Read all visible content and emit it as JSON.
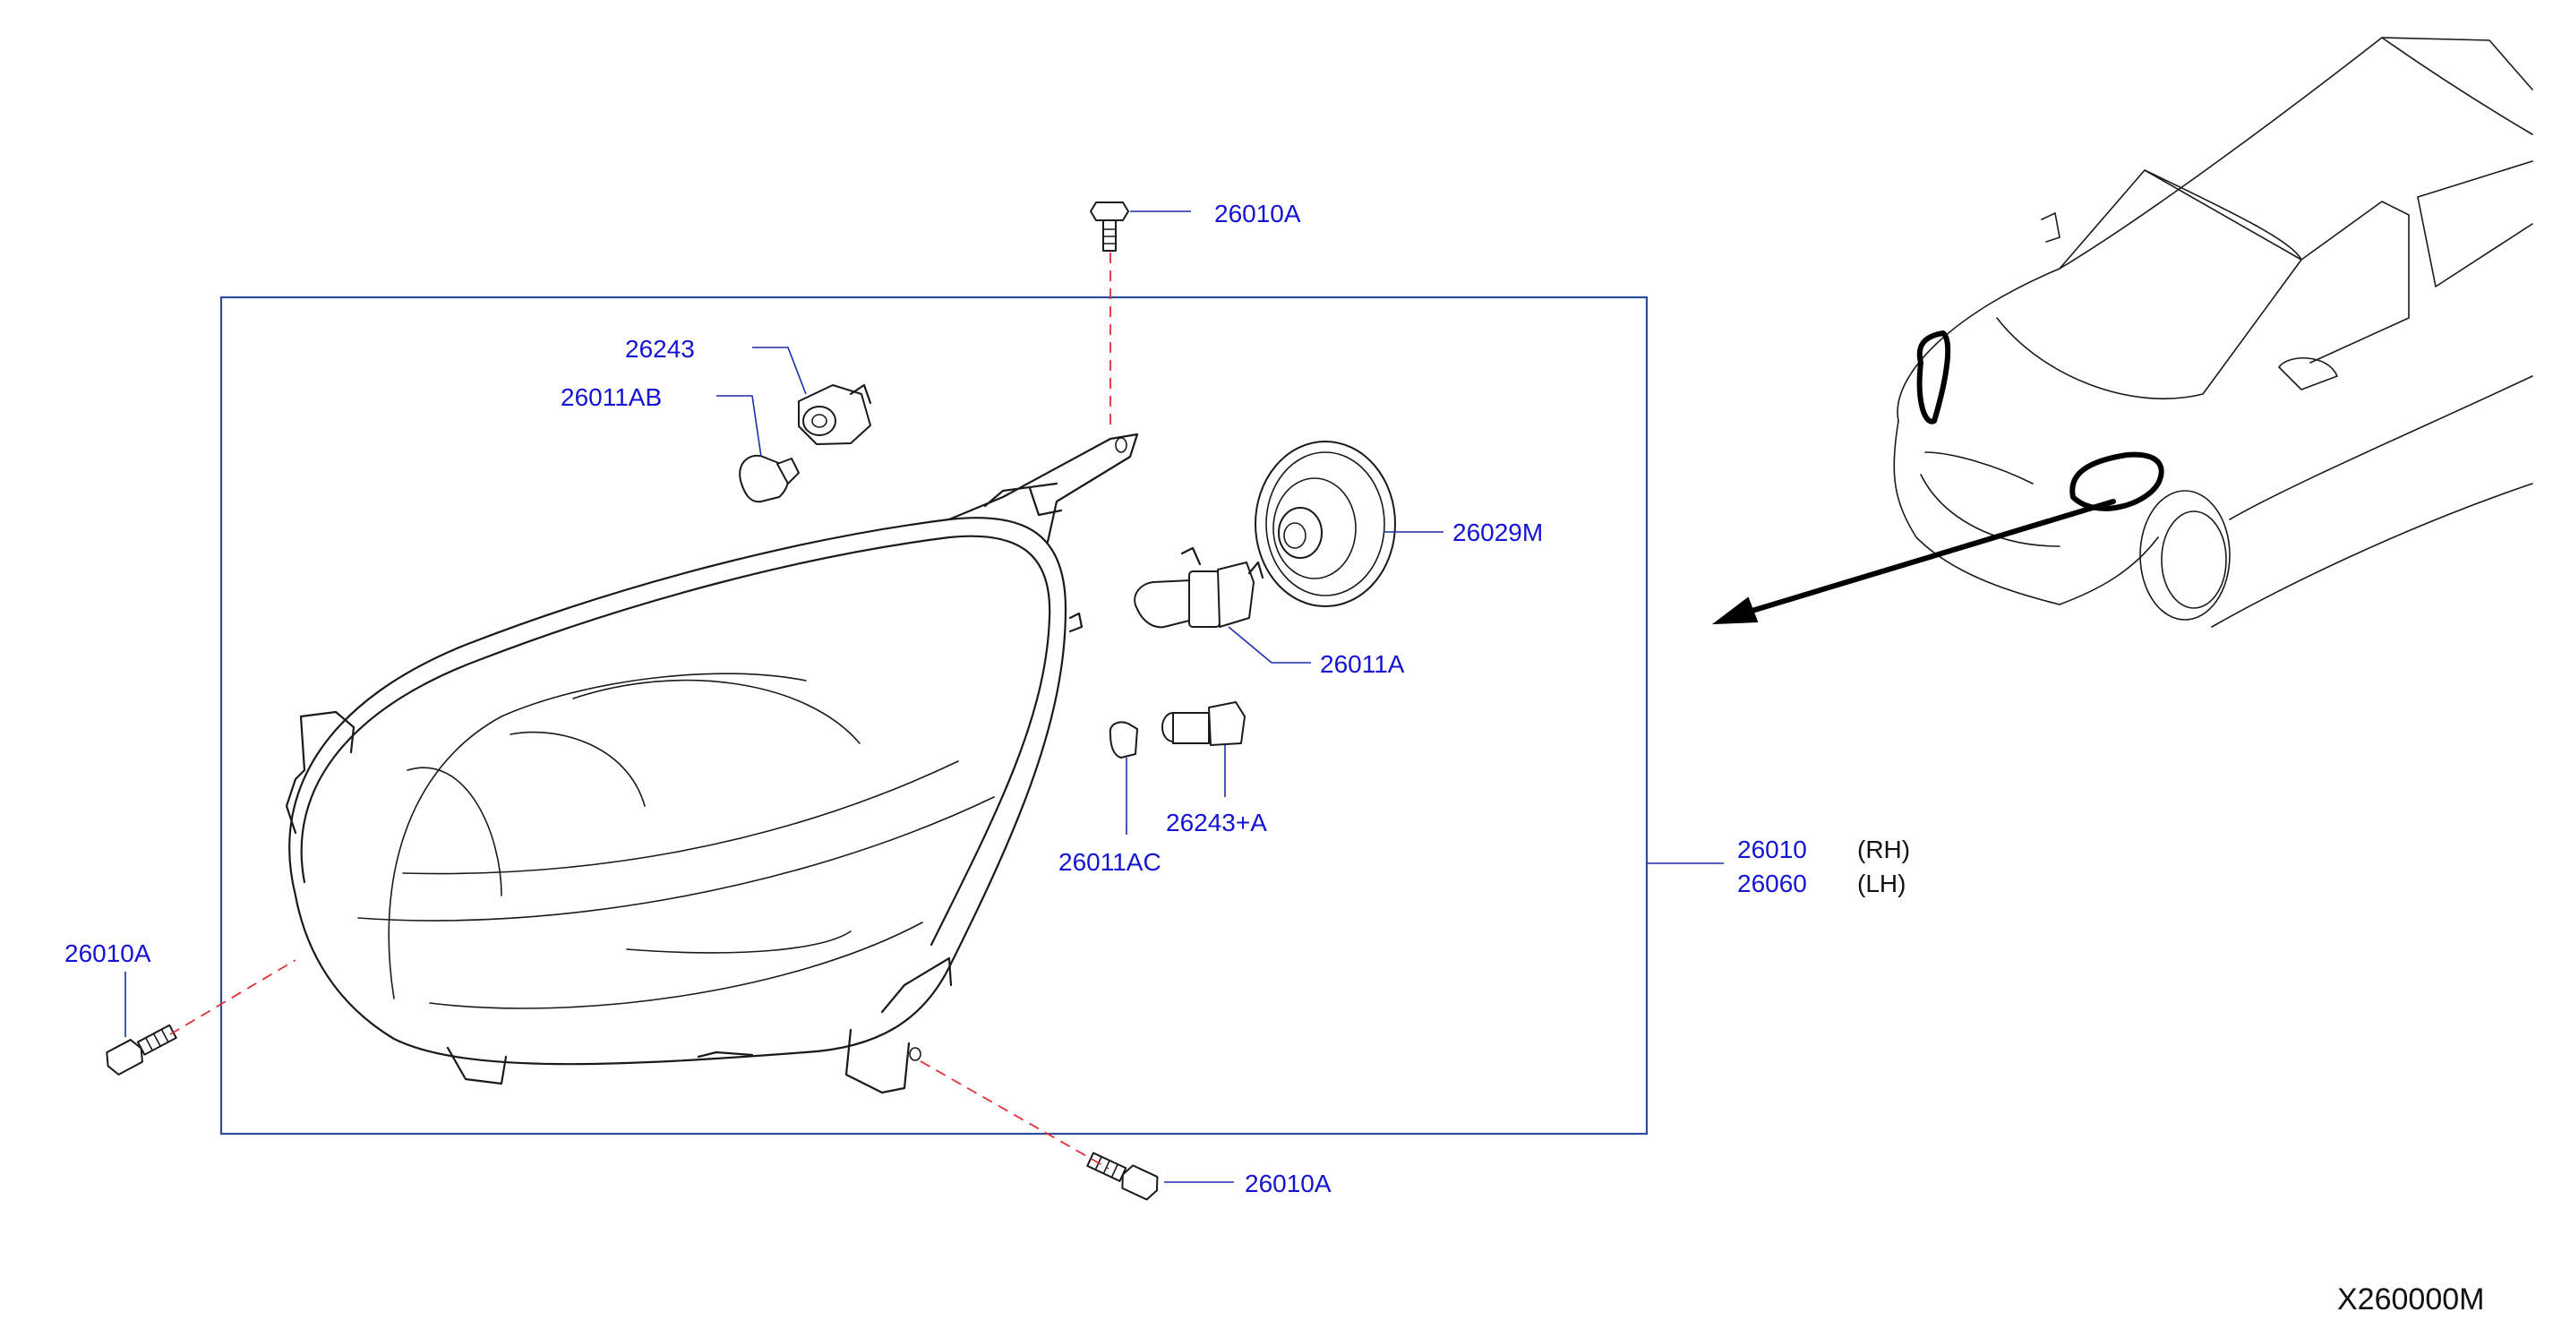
{
  "diagram_code": "X260000M",
  "callouts": {
    "bolt_top": "26010A",
    "bolt_left": "26010A",
    "bolt_bottom": "26010A",
    "socket": "26243",
    "bulb_small": "26011AB",
    "dust_cover": "26029M",
    "bulb_main": "26011A",
    "socket_side": "26243+A",
    "bulb_wedge": "26011AC",
    "assembly_rh": "26010",
    "assembly_lh": "26060"
  },
  "sides": {
    "rh": "(RH)",
    "lh": "(LH)"
  }
}
